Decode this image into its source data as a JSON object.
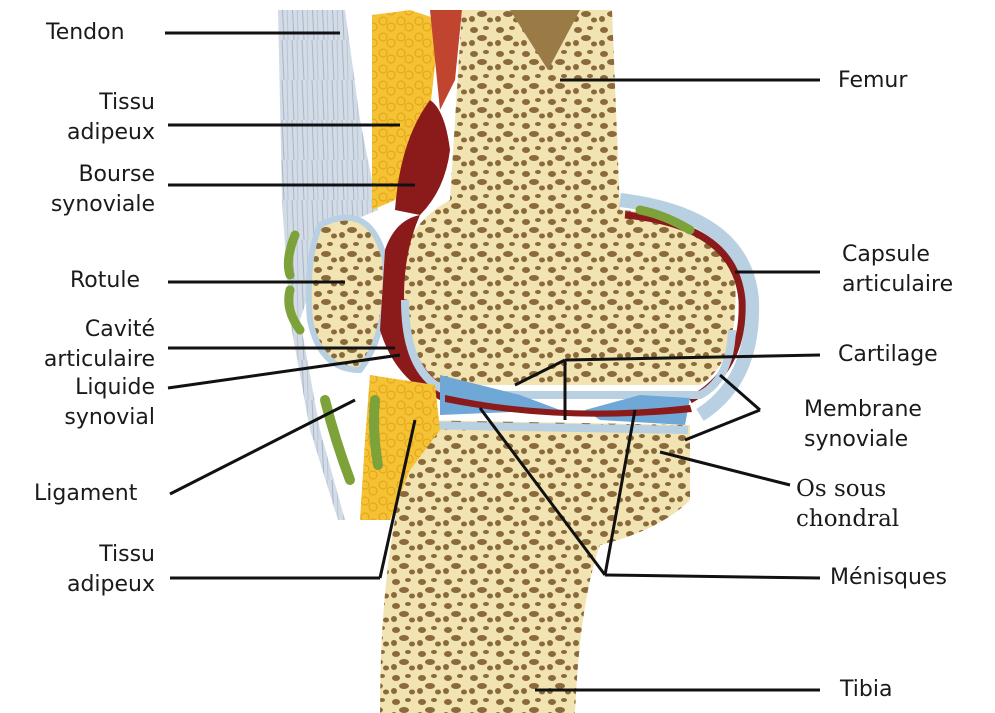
{
  "labels": {
    "tendon": "Tendon",
    "tissu_adipeux_top": [
      "Tissu",
      "adipeux"
    ],
    "bourse_synoviale": [
      "Bourse",
      "synoviale"
    ],
    "rotule": "Rotule",
    "cavite_articulaire": [
      "Cavité",
      "articulaire"
    ],
    "liquide_synovial": [
      "Liquide",
      "synovial"
    ],
    "ligament": "Ligament",
    "tissu_adipeux_bottom": [
      "Tissu",
      "adipeux"
    ],
    "femur": "Femur",
    "capsule_articulaire": [
      "Capsule",
      "articulaire"
    ],
    "cartilage": "Cartilage",
    "membrane_synoviale": [
      "Membrane",
      "synoviale"
    ],
    "os_sous_chondral": [
      "Os sous",
      "chondral"
    ],
    "menisques": "Ménisques",
    "tibia": "Tibia"
  },
  "colors": {
    "bone": "#f1e3b2",
    "bone_pore": "#8a6a3a",
    "marrow": "#9a7a45",
    "cartilage": "#b8d0e2",
    "meniscus": "#6fa8d6",
    "synovial": "#8b1a1a",
    "fat": "#f5c233",
    "tendon": "#c9d4e0",
    "ligament_green": "#7ea23a",
    "leader_line": "#111111"
  }
}
